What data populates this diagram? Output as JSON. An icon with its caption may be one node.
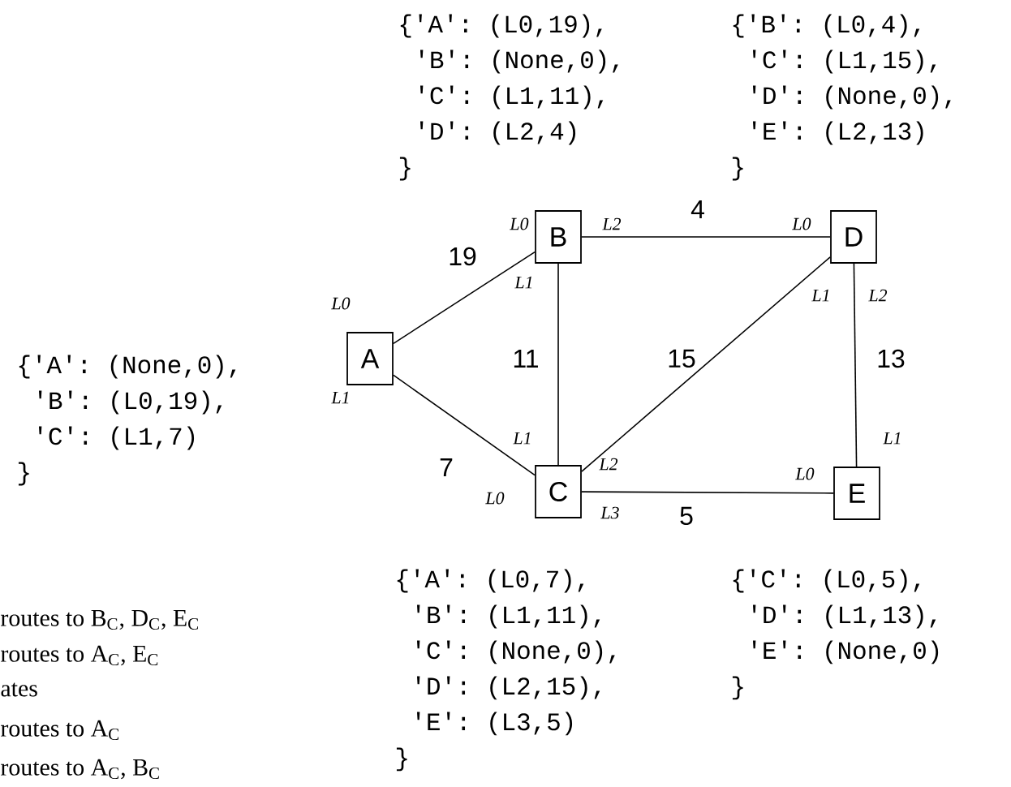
{
  "diagram": {
    "nodes": [
      {
        "text": [
          "A"
        ]
      },
      {
        "text": [
          "B"
        ]
      },
      {
        "text": [
          "C"
        ]
      },
      {
        "text": [
          "D"
        ]
      },
      {
        "text": [
          "E"
        ]
      }
    ],
    "edges": [
      {
        "from": 0,
        "to": 1,
        "arrow": "none",
        "label": "19"
      },
      {
        "from": 1,
        "to": 3,
        "arrow": "none",
        "label": "4"
      },
      {
        "from": 1,
        "to": 2,
        "arrow": "none",
        "label": "11"
      },
      {
        "from": 2,
        "to": 3,
        "arrow": "none",
        "label": "15"
      },
      {
        "from": 3,
        "to": 4,
        "arrow": "none",
        "label": "13"
      },
      {
        "from": 0,
        "to": 2,
        "arrow": "none",
        "label": "7"
      },
      {
        "from": 2,
        "to": 4,
        "arrow": "none",
        "label": "5"
      }
    ],
    "labels": [
      "{'A': (L0,19),",
      "'B': (None,0),",
      "'C': (L1,11),",
      "'D': (L2,4)",
      "}",
      "{'B': (L0,4),",
      "'C': (L1,15),",
      "'D': (None,0),",
      "'E': (L2,13)",
      "}",
      "L0",
      "L2",
      "L0",
      "L0",
      "L1",
      "L1",
      "L2",
      "L1",
      "L1",
      "L1",
      "L2",
      "L0",
      "L0",
      "L3",
      "{'A': (None,0),",
      "'B': (L0,19),",
      "'C': (L1,7)",
      "}",
      "{'A': (L0,7),",
      "'B': (L1,11),",
      "'C': (None,0),",
      "'D': (L2,15),",
      "'E': (L3,5)",
      "}",
      "{'C': (L0,5),",
      "'D': (L1,13),",
      "'E': (None,0)",
      "}",
      "routes to B$_{C}$, D$_{C}$, E$_{C}$",
      "routes to A$_{C}$, E$_{C}$",
      "ates",
      "routes to A$_{C}$",
      "routes to A$_{C}$, B$_{C}$"
    ]
  }
}
